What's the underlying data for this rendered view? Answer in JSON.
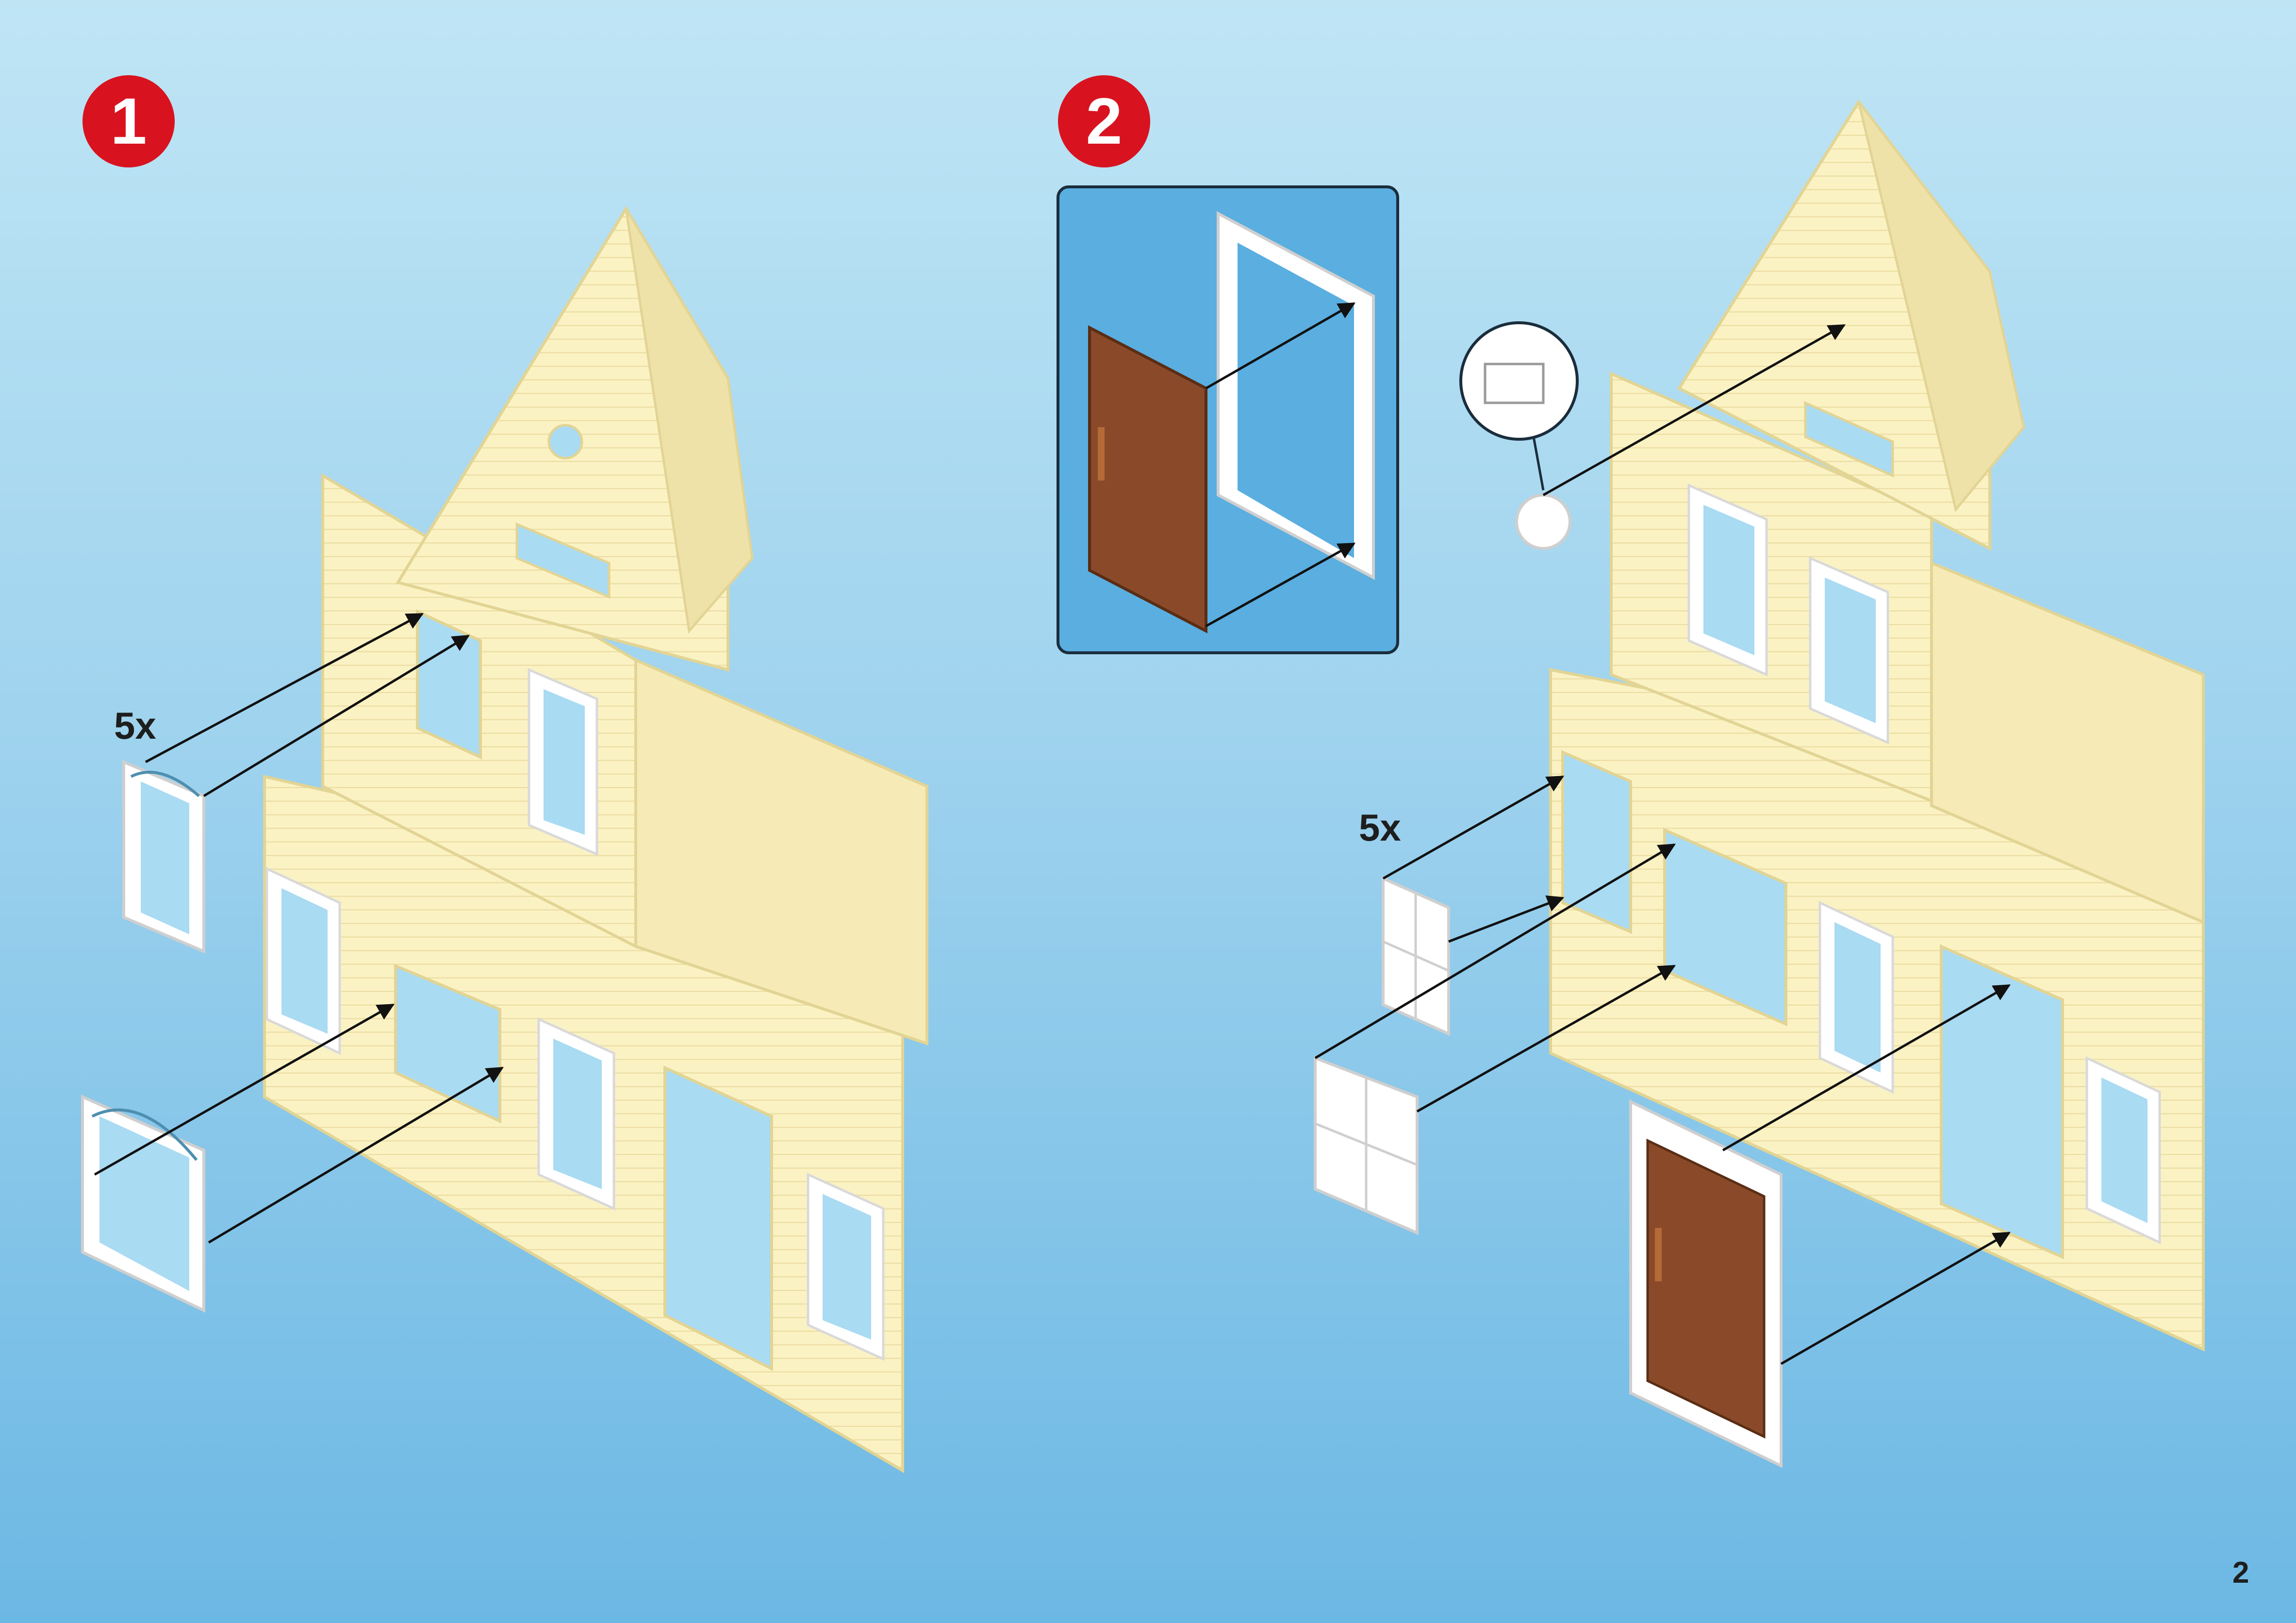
{
  "page": {
    "number": "2"
  },
  "steps": [
    {
      "number": "1",
      "quantity": "5x"
    },
    {
      "number": "2",
      "quantity": "5x"
    }
  ],
  "colors": {
    "badge": "#d8131f",
    "wall": "#fbf2c4",
    "wall_shade": "#ecdfa4",
    "frame": "#ffffff",
    "door": "#8a4a2a",
    "inset_panel": "#5aaee0"
  },
  "icons": [
    "window-frame-icon",
    "door-icon",
    "arrow-icon",
    "magnifier-detail-icon"
  ]
}
